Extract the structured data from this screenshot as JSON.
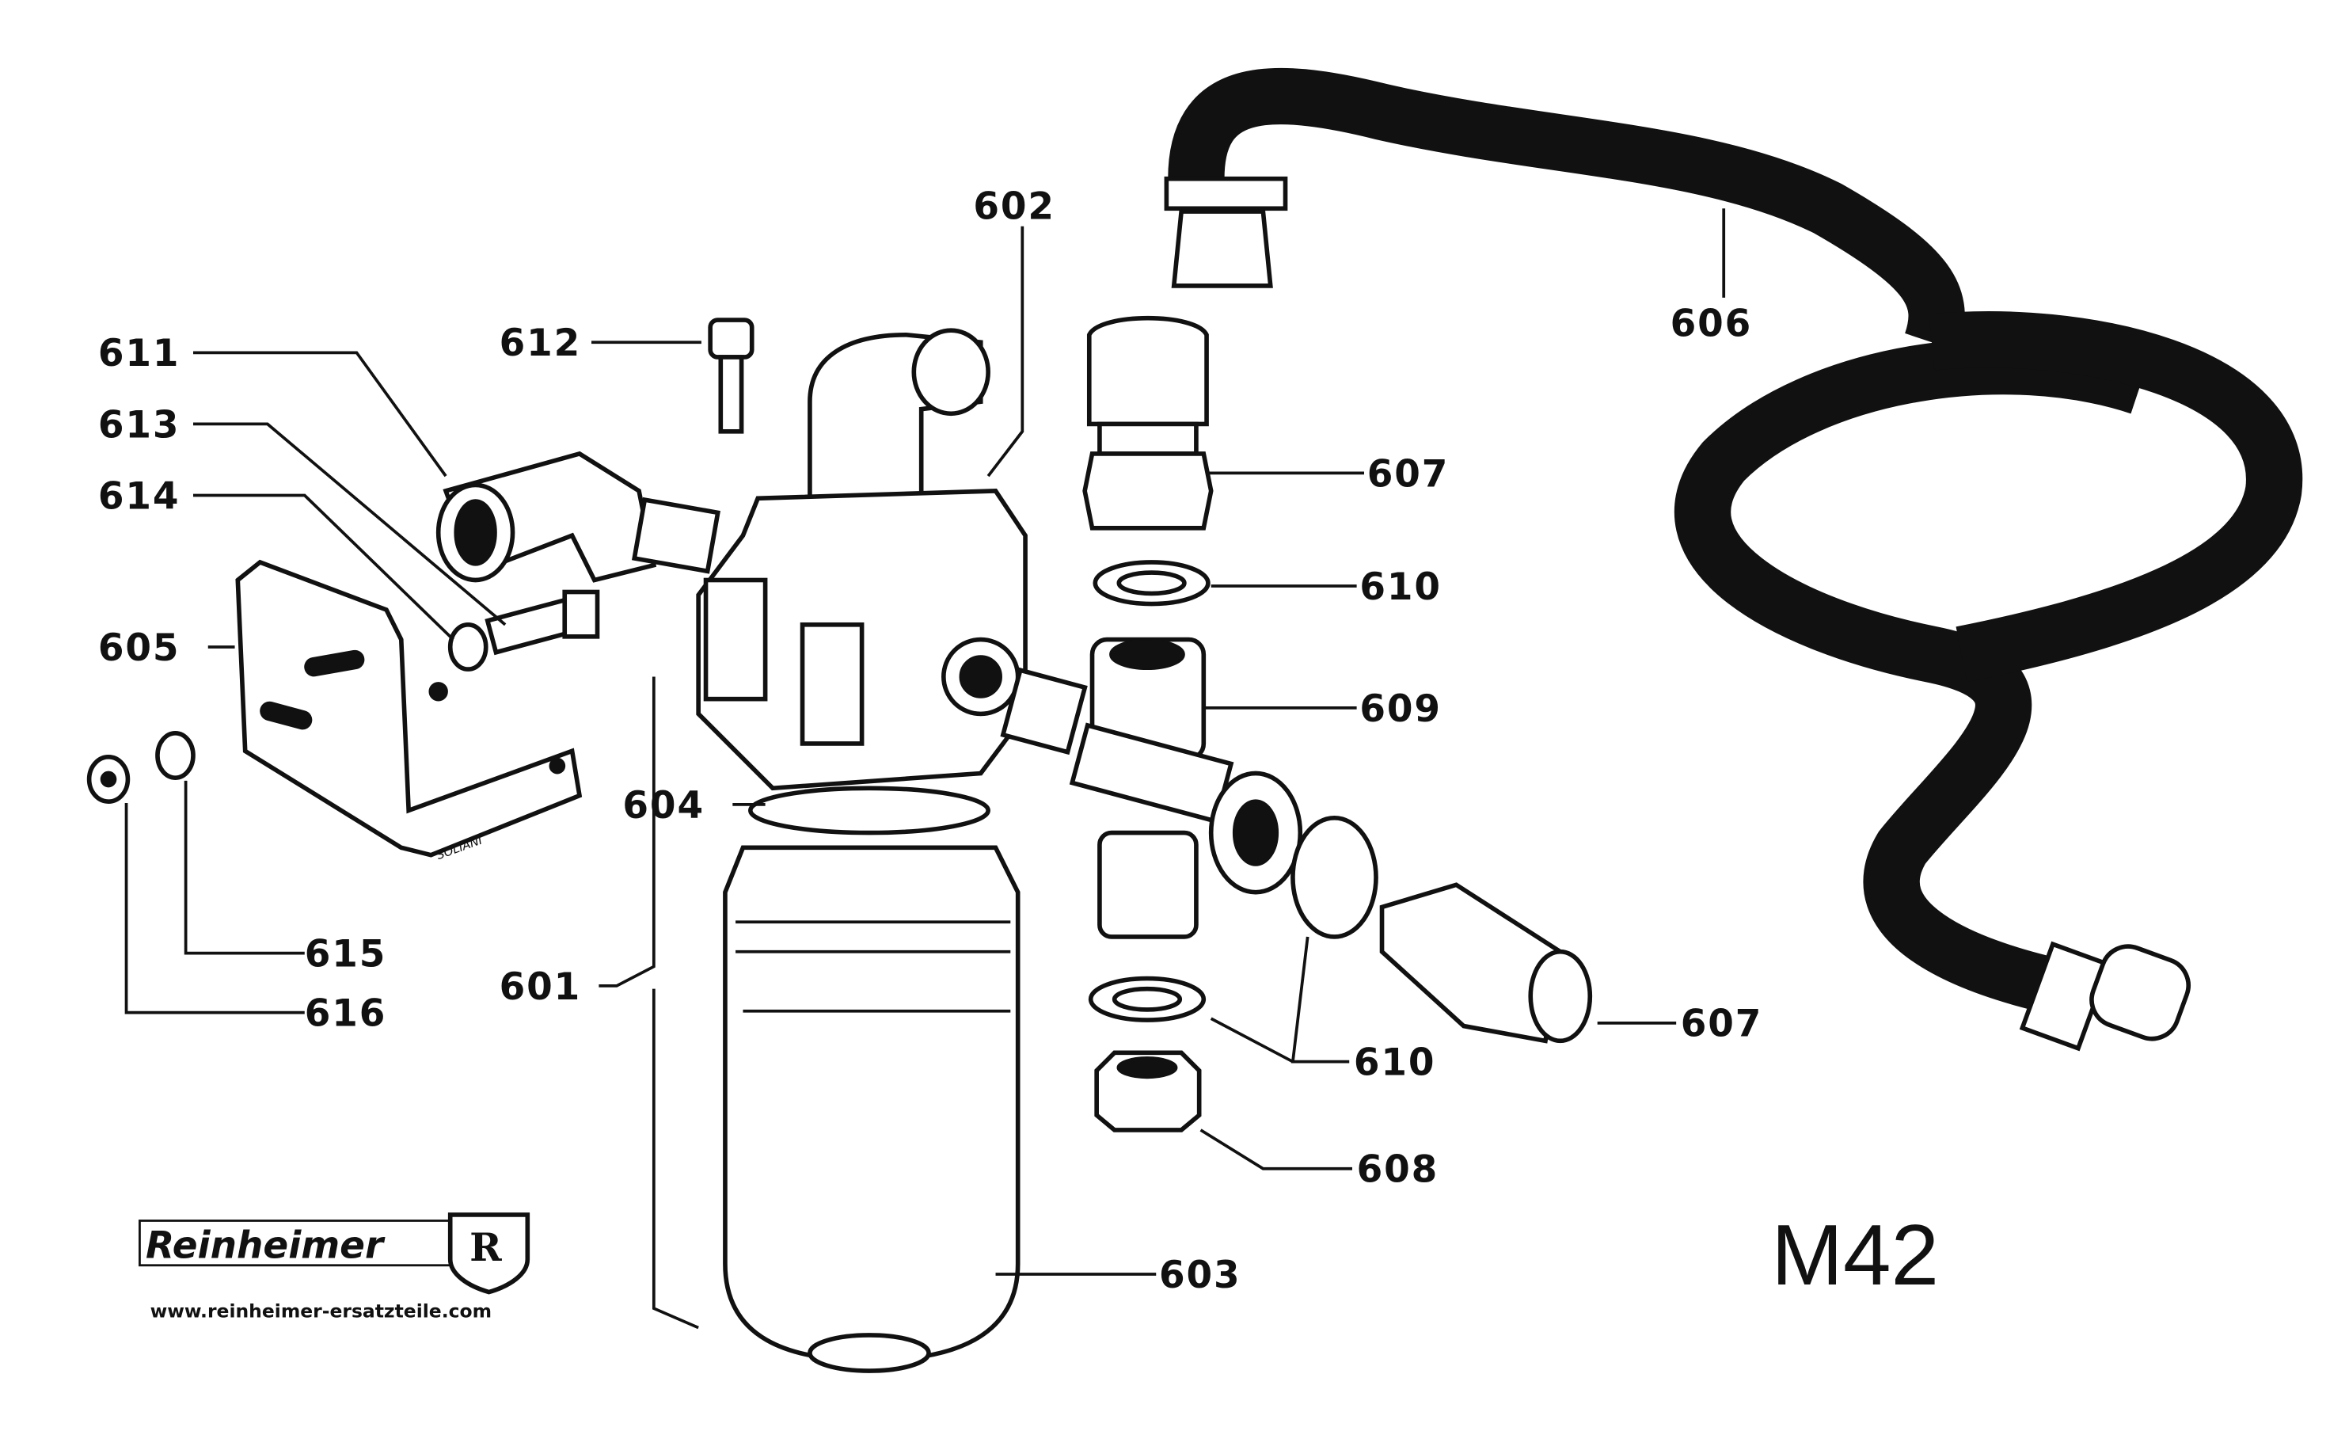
{
  "diagram": {
    "model": "M42",
    "labels": {
      "p601": "601",
      "p602": "602",
      "p603": "603",
      "p604": "604",
      "p605": "605",
      "p606": "606",
      "p607a": "607",
      "p607b": "607",
      "p608": "608",
      "p609": "609",
      "p610a": "610",
      "p610b": "610",
      "p611": "611",
      "p612": "612",
      "p613": "613",
      "p614": "614",
      "p615": "615",
      "p616": "616"
    },
    "signature": "SOLIANI"
  },
  "branding": {
    "logo_text": "Reinheimer",
    "logo_letter": "R",
    "url": "www.reinheimer-ersatzteile.com"
  }
}
